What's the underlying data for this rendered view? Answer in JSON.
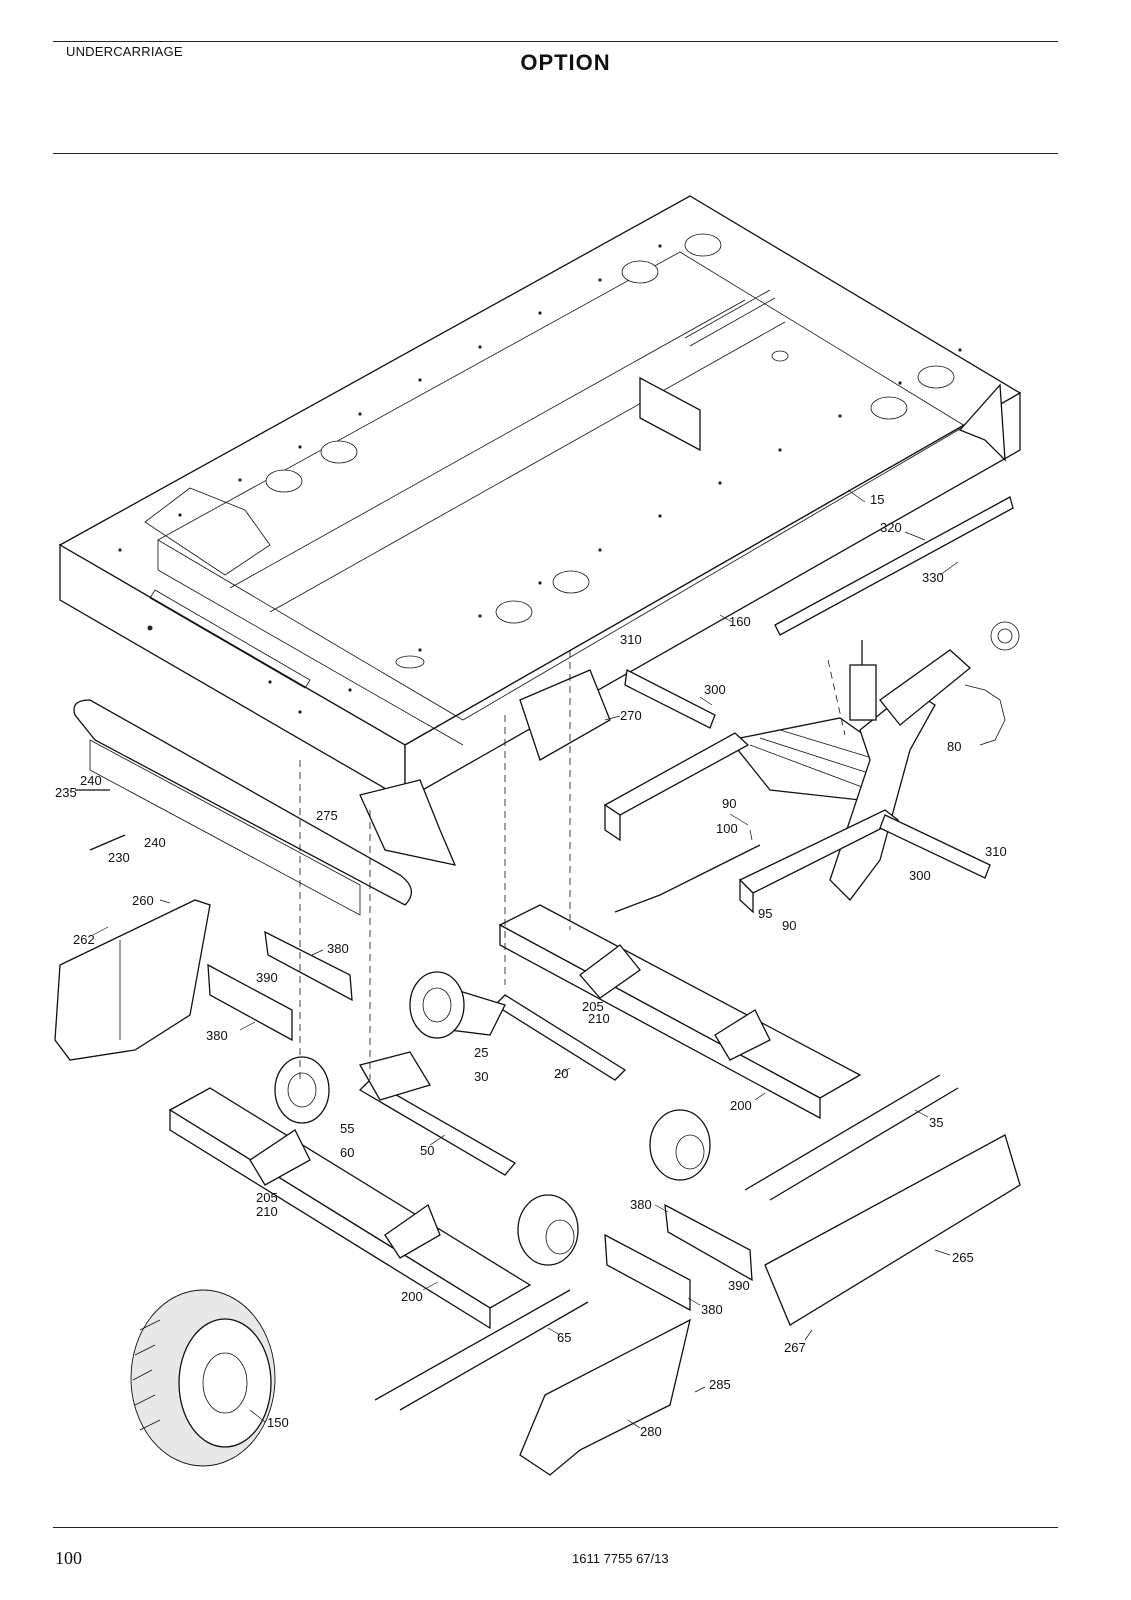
{
  "header": {
    "section": "UNDERCARRIAGE",
    "title": "OPTION"
  },
  "footer": {
    "page_number": "100",
    "document_number": "1611 7755 67/13"
  },
  "callouts": [
    "15",
    "320",
    "330",
    "160",
    "310",
    "300",
    "270",
    "80",
    "240",
    "235",
    "240",
    "230",
    "275",
    "90",
    "100",
    "310",
    "300",
    "95",
    "90",
    "260",
    "262",
    "380",
    "390",
    "380",
    "205",
    "210",
    "25",
    "30",
    "20",
    "200",
    "35",
    "55",
    "60",
    "50",
    "205",
    "210",
    "380",
    "265",
    "390",
    "200",
    "380",
    "65",
    "267",
    "285",
    "150",
    "280"
  ]
}
